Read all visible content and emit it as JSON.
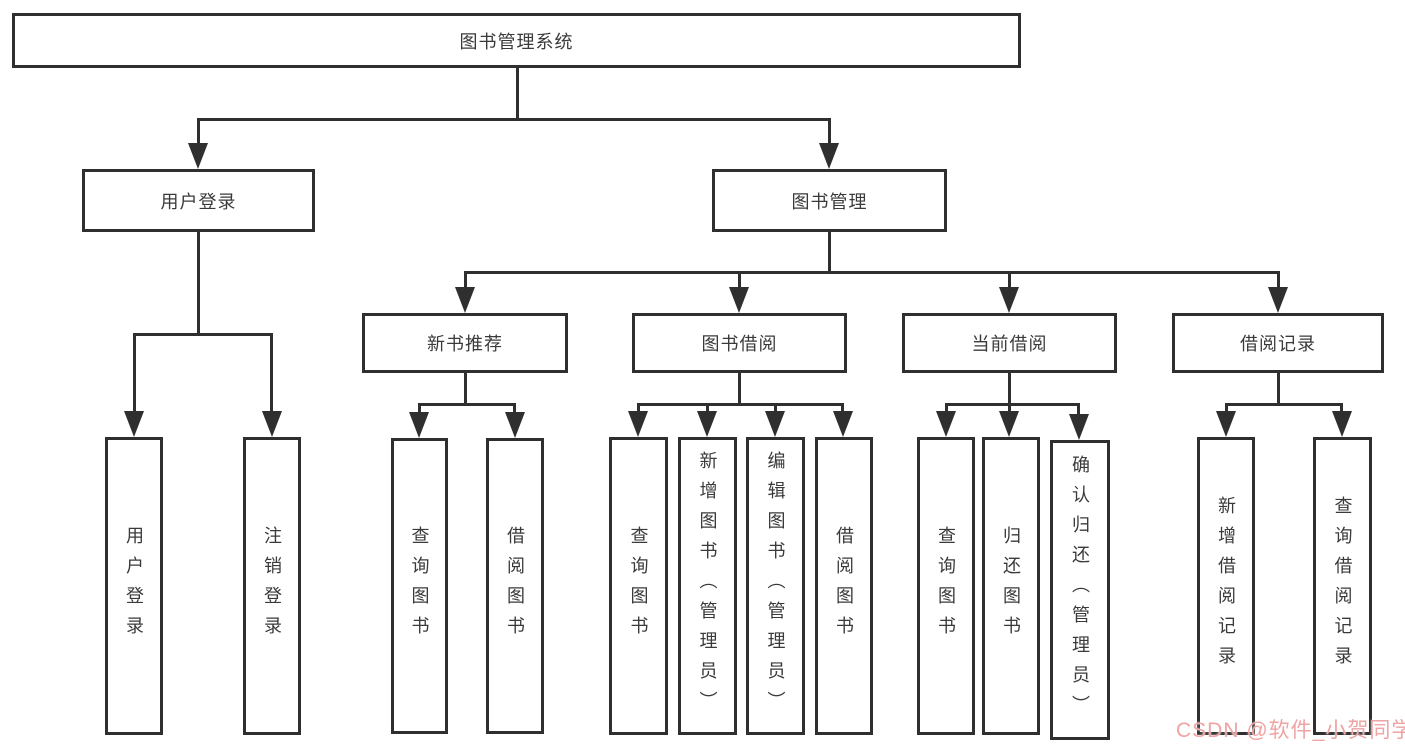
{
  "tree": {
    "label": "图书管理系统",
    "children": [
      {
        "label": "用户登录",
        "children": [
          {
            "label": "用户登录"
          },
          {
            "label": "注销登录"
          }
        ]
      },
      {
        "label": "图书管理",
        "children": [
          {
            "label": "新书推荐",
            "children": [
              {
                "label": "查询图书"
              },
              {
                "label": "借阅图书"
              }
            ]
          },
          {
            "label": "图书借阅",
            "children": [
              {
                "label": "查询图书"
              },
              {
                "label": "新增图书（管理员）"
              },
              {
                "label": "编辑图书（管理员）"
              },
              {
                "label": "借阅图书"
              }
            ]
          },
          {
            "label": "当前借阅",
            "children": [
              {
                "label": "查询图书"
              },
              {
                "label": "归还图书"
              },
              {
                "label": "确认归还（管理员）"
              }
            ]
          },
          {
            "label": "借阅记录",
            "children": [
              {
                "label": "新增借阅记录"
              },
              {
                "label": "查询借阅记录"
              }
            ]
          }
        ]
      }
    ]
  },
  "watermark": {
    "text": "CSDN @软件_小贺同学"
  },
  "colors": {
    "line": "#2f2f2f",
    "text": "#3a3a3a",
    "watermark": "#efa3a3"
  }
}
